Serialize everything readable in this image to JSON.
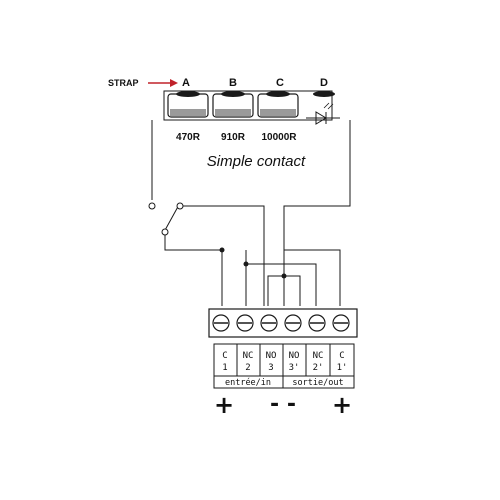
{
  "strap_label": "STRAP",
  "positions": [
    {
      "letter": "A",
      "resistance": "470R"
    },
    {
      "letter": "B",
      "resistance": "910R"
    },
    {
      "letter": "C",
      "resistance": "10000R"
    },
    {
      "letter": "D",
      "resistance": ""
    }
  ],
  "mode_label": "Simple contact",
  "terminals": [
    {
      "top": "C",
      "bottom": "1"
    },
    {
      "top": "NC",
      "bottom": "2"
    },
    {
      "top": "NO",
      "bottom": "3"
    },
    {
      "top": "NO",
      "bottom": "3'"
    },
    {
      "top": "NC",
      "bottom": "2'"
    },
    {
      "top": "C",
      "bottom": "1'"
    }
  ],
  "footer_left": "entrée/in",
  "footer_right": "sortie/out",
  "polarity": [
    "+",
    "- -",
    "+"
  ],
  "colors": {
    "arrow": "#c0222a",
    "line": "#1a1a1a",
    "shade": "#9a9a9a"
  }
}
